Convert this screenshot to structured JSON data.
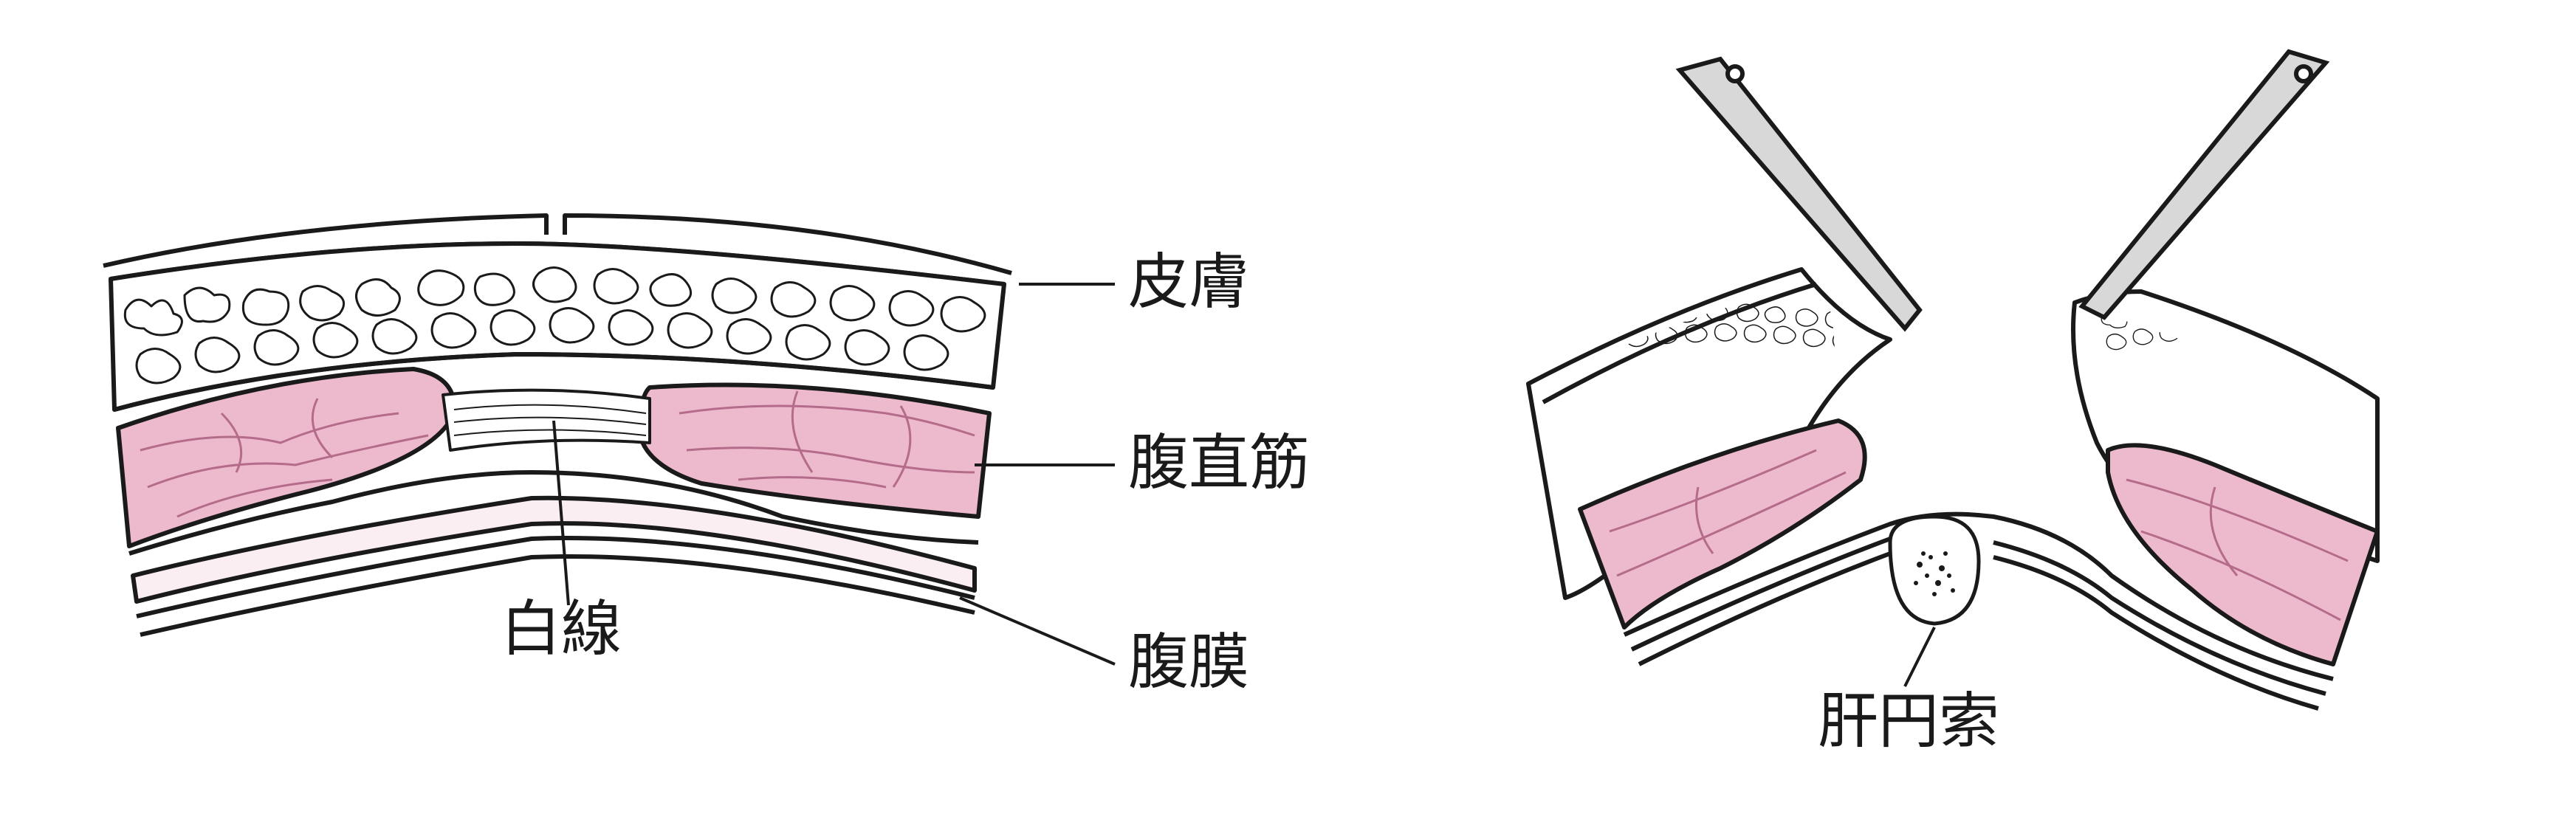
{
  "labels": {
    "skin": "皮膚",
    "rectus": "腹直筋",
    "linea_alba": "白線",
    "peritoneum": "腹膜",
    "ligamentum": "肝円索"
  },
  "colors": {
    "muscle": "#ecb9cd",
    "fibers": "#b56b8a",
    "outline": "#1a1a1a",
    "fat": "#ffffff",
    "peritoneum_fill": "#fbeef3",
    "instrument": "#d8d8d8"
  }
}
